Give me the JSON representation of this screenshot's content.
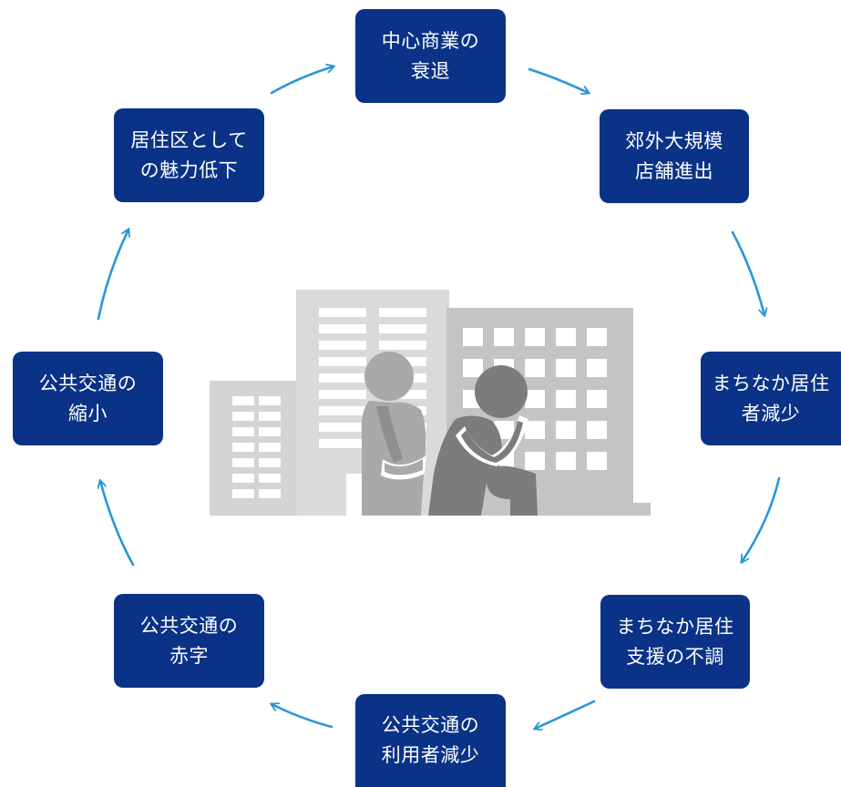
{
  "cycle": {
    "nodes": [
      {
        "id": "center-decline",
        "lines": [
          "中心商業の",
          "衰退"
        ]
      },
      {
        "id": "suburban-stores",
        "lines": [
          "郊外大規模",
          "店舗進出"
        ]
      },
      {
        "id": "resident-decrease",
        "lines": [
          "まちなか居住",
          "者減少"
        ]
      },
      {
        "id": "living-support",
        "lines": [
          "まちなか居住",
          "支援の不調"
        ]
      },
      {
        "id": "transit-users",
        "lines": [
          "公共交通の",
          "利用者減少"
        ]
      },
      {
        "id": "transit-deficit",
        "lines": [
          "公共交通の",
          "赤字"
        ]
      },
      {
        "id": "transit-shrink",
        "lines": [
          "公共交通の",
          "縮小"
        ]
      },
      {
        "id": "residential-appeal",
        "lines": [
          "居住区として",
          "の魅力低下"
        ]
      }
    ],
    "colors": {
      "node": "#0a3286",
      "arrow": "#2a97d6",
      "building_light": "#d7d7d7",
      "building_mid": "#c3c3c3",
      "person_light": "#a9a9a9",
      "person_dark": "#7c7c7c"
    },
    "illustration": "troubled-people-in-front-of-buildings"
  }
}
